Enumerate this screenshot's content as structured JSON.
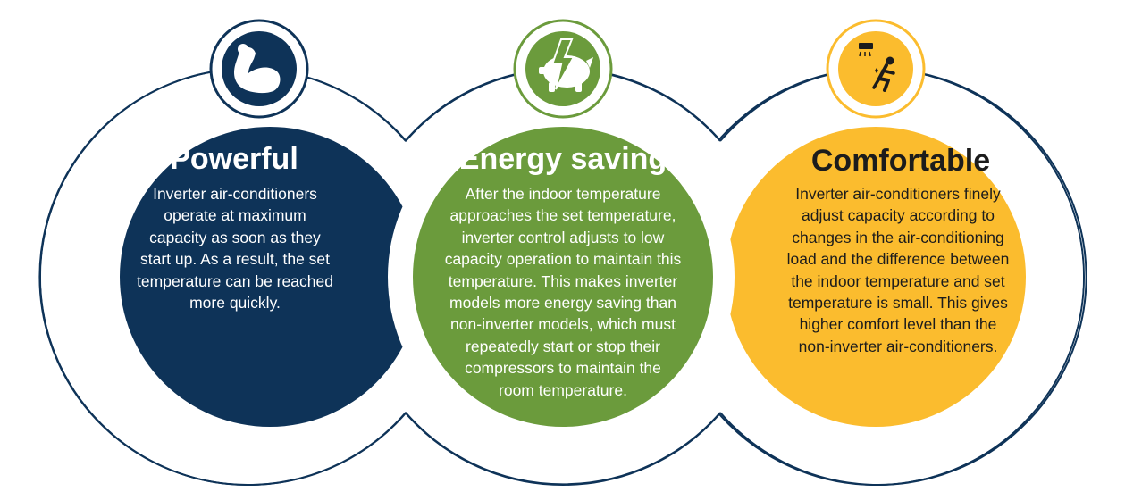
{
  "colors": {
    "navy": "#0e3358",
    "green": "#6b9b3c",
    "yellow": "#fbbc2e",
    "ring": "#0e3358",
    "white": "#ffffff",
    "dark_text": "#1c1c1c"
  },
  "panels": [
    {
      "title": "Powerful",
      "icon": "flexed-arm-icon",
      "lines": [
        "Inverter air-conditioners",
        "operate at maximum",
        "capacity as soon as they",
        "start up. As a result, the set",
        "temperature can be reached",
        "more quickly."
      ]
    },
    {
      "title": "Energy saving",
      "icon": "piggy-bank-lightning-icon",
      "lines": [
        "After the indoor temperature",
        "approaches the set temperature,",
        "inverter control adjusts to low",
        "capacity operation to maintain this",
        "temperature. This makes inverter",
        "models more energy saving than",
        "non-inverter models, which must",
        "repeatedly start or stop their",
        "compressors to maintain the",
        "room temperature."
      ]
    },
    {
      "title": "Comfortable",
      "icon": "person-relaxing-under-air-conditioner-icon",
      "lines": [
        "Inverter air-conditioners finely",
        "adjust capacity according to",
        "changes in the air-conditioning",
        "load and the difference between",
        "the indoor temperature and set",
        "temperature is small. This gives",
        "higher comfort level than the",
        "non-inverter air-conditioners."
      ]
    }
  ]
}
